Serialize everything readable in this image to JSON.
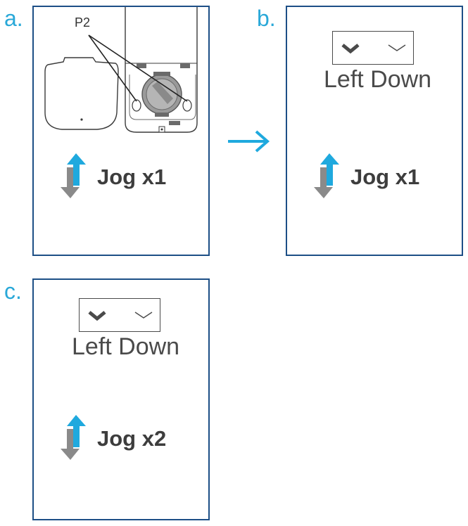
{
  "steps": {
    "a": {
      "letter": "a.",
      "callout_label": "P2",
      "jog_label": "Jog x1"
    },
    "b": {
      "letter": "b.",
      "direction_label": "Left Down",
      "jog_label": "Jog x1"
    },
    "c": {
      "letter": "c.",
      "direction_label": "Left Down",
      "jog_label": "Jog x2"
    }
  },
  "colors": {
    "accent": "#29a8d8",
    "border": "#1d4f86",
    "arrow_up": "#1fa9de",
    "arrow_down": "#8a8a8a",
    "text": "#3d3d3d"
  },
  "icons": [
    "jog-up-down-icon",
    "chevron-down-bold-icon",
    "chevron-down-thin-icon",
    "next-step-arrow-icon"
  ]
}
